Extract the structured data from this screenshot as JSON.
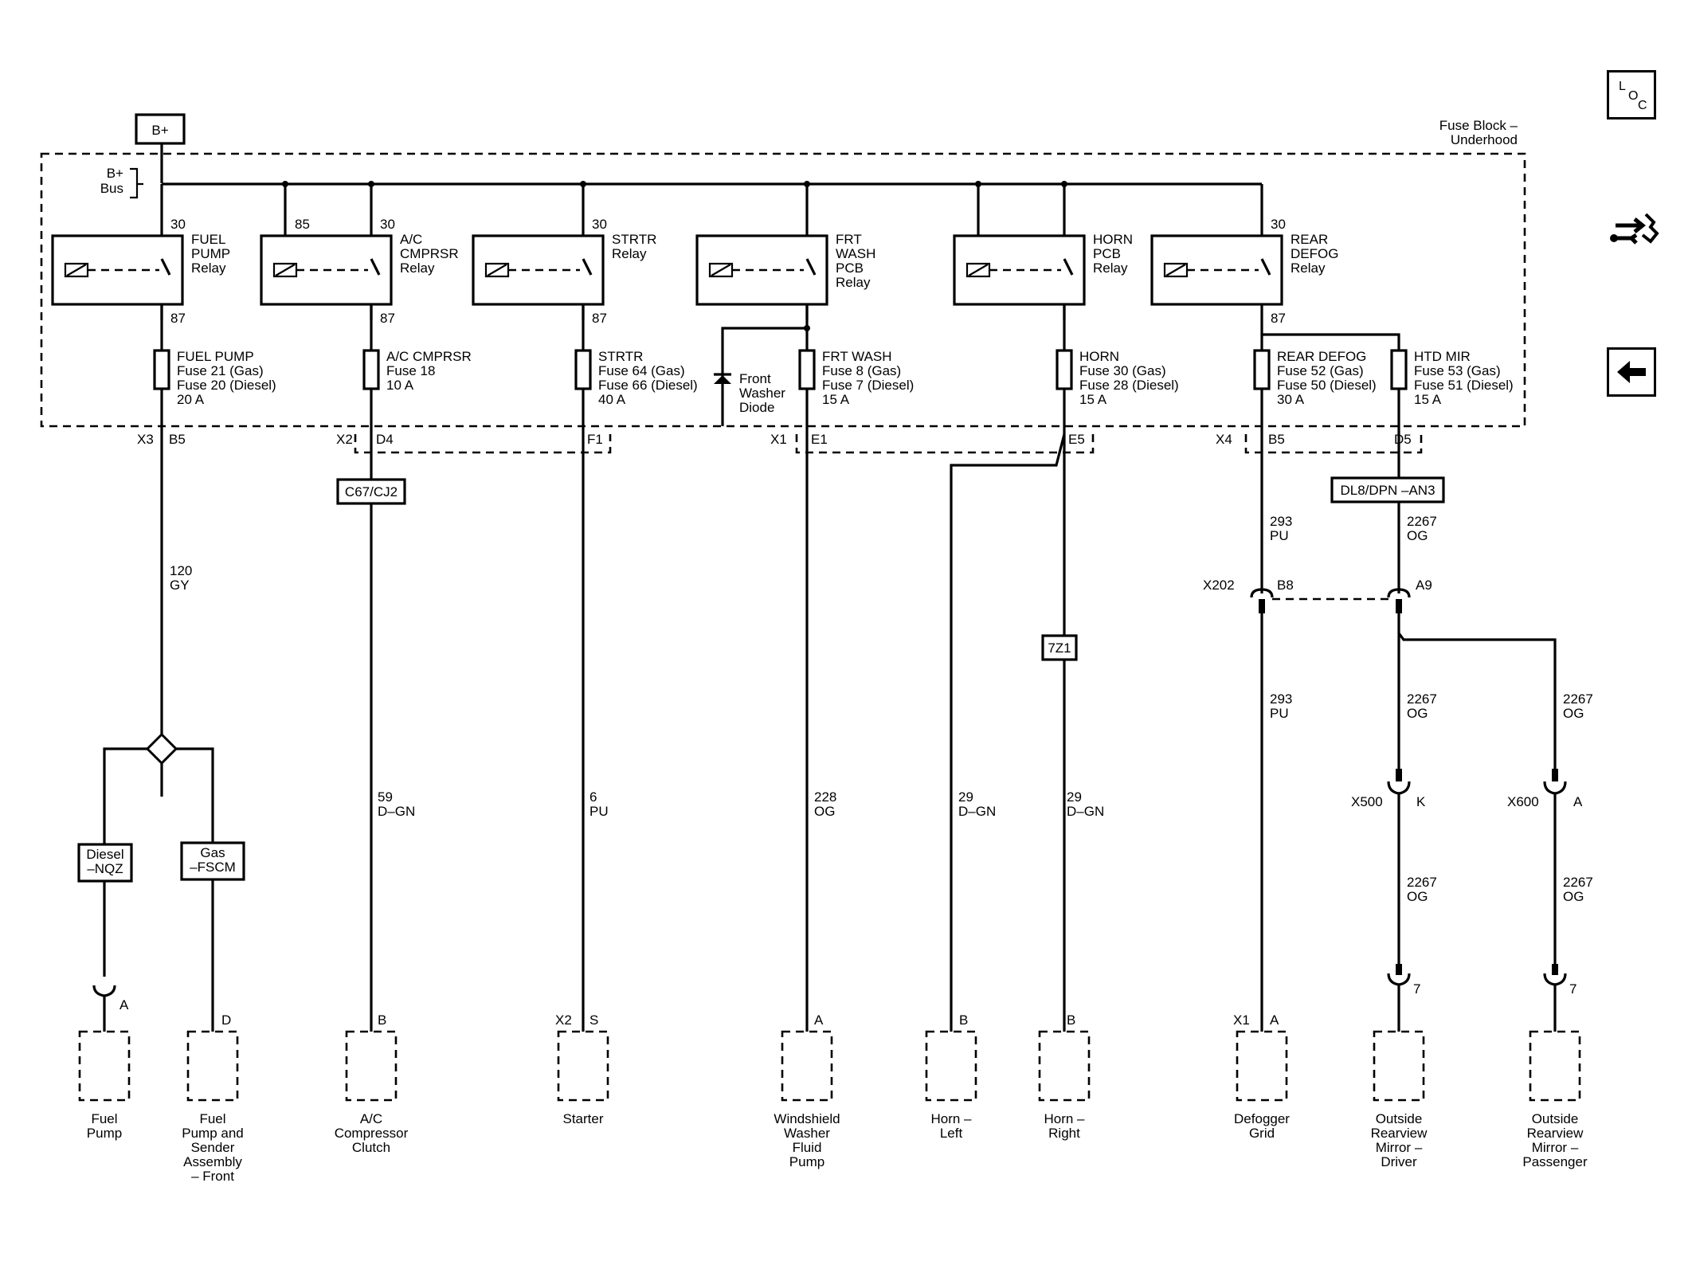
{
  "fuse_block": {
    "title_line1": "Fuse Block –",
    "title_line2": "Underhood"
  },
  "power": {
    "source": "B+",
    "bus_line1": "B+",
    "bus_line2": "Bus"
  },
  "relays": [
    {
      "terminal_in": "30",
      "terminal_out": "87",
      "name": [
        "FUEL",
        "PUMP",
        "Relay"
      ]
    },
    {
      "terminal_ctrl": "85",
      "terminal_in": "30",
      "terminal_out": "87",
      "name": [
        "A/C",
        "CMPRSR",
        "Relay"
      ]
    },
    {
      "terminal_in": "30",
      "terminal_out": "87",
      "name": [
        "STRTR",
        "Relay"
      ]
    },
    {
      "name": [
        "FRT",
        "WASH",
        "PCB",
        "Relay"
      ]
    },
    {
      "name": [
        "HORN",
        "PCB",
        "Relay"
      ]
    },
    {
      "terminal_in": "30",
      "terminal_out": "87",
      "name": [
        "REAR",
        "DEFOG",
        "Relay"
      ]
    }
  ],
  "fuses": [
    {
      "name": "FUEL PUMP",
      "lines": [
        "Fuse 21 (Gas)",
        "Fuse 20 (Diesel)",
        "20 A"
      ]
    },
    {
      "name": "A/C CMPRSR",
      "lines": [
        "Fuse 18",
        "10 A"
      ]
    },
    {
      "name": "STRTR",
      "lines": [
        "Fuse 64 (Gas)",
        "Fuse 66 (Diesel)",
        "40 A"
      ]
    },
    {
      "name": "FRT WASH",
      "lines": [
        "Fuse 8 (Gas)",
        "Fuse 7 (Diesel)",
        "15 A"
      ]
    },
    {
      "name": "HORN",
      "lines": [
        "Fuse 30 (Gas)",
        "Fuse 28 (Diesel)",
        "15 A"
      ]
    },
    {
      "name": "REAR DEFOG",
      "lines": [
        "Fuse 52 (Gas)",
        "Fuse 50 (Diesel)",
        "30 A"
      ]
    },
    {
      "name": "HTD MIR",
      "lines": [
        "Fuse 53 (Gas)",
        "Fuse 51 (Diesel)",
        "15 A"
      ]
    }
  ],
  "diode": [
    "Front",
    "Washer",
    "Diode"
  ],
  "connectors": {
    "x3": "X3",
    "x3_pin": "B5",
    "x2": "X2",
    "x2_pin_a": "D4",
    "x2_pin_b": "F1",
    "x1": "X1",
    "x1_pin_a": "E1",
    "x1_pin_b": "E5",
    "x4": "X4",
    "x4_pin_a": "B5",
    "x4_pin_b": "D5",
    "x202": "X202",
    "x202_pin_a": "B8",
    "x202_pin_b": "A9",
    "x500": "X500",
    "x500_pin": "K",
    "x600": "X600",
    "x600_pin": "A"
  },
  "options": {
    "ac": "C67/CJ2",
    "mirror": "DL8/DPN –AN3",
    "horn": "7Z1",
    "diesel": [
      "Diesel",
      "–NQZ"
    ],
    "gas": [
      "Gas",
      "–FSCM"
    ]
  },
  "wires": {
    "fuel": [
      "120",
      "GY"
    ],
    "ac": [
      "59",
      "D–GN"
    ],
    "starter": [
      "6",
      "PU"
    ],
    "washer": [
      "228",
      "OG"
    ],
    "horn_left": [
      "29",
      "D–GN"
    ],
    "horn_right": [
      "29",
      "D–GN"
    ],
    "defog_upper": [
      "293",
      "PU"
    ],
    "defog_lower": [
      "293",
      "PU"
    ],
    "mirror_upper": [
      "2267",
      "OG"
    ],
    "mirror_drv_1": [
      "2267",
      "OG"
    ],
    "mirror_pass_1": [
      "2267",
      "OG"
    ],
    "mirror_drv_2": [
      "2267",
      "OG"
    ],
    "mirror_pass_2": [
      "2267",
      "OG"
    ]
  },
  "components": {
    "fuel_pump": {
      "pin": "A",
      "label": [
        "Fuel",
        "Pump"
      ]
    },
    "sender": {
      "pin": "D",
      "label": [
        "Fuel",
        "Pump and",
        "Sender",
        "Assembly",
        "– Front"
      ]
    },
    "ac_clutch": {
      "pin": "B",
      "label": [
        "A/C",
        "Compressor",
        "Clutch"
      ]
    },
    "starter": {
      "conn": "X2",
      "pin": "S",
      "label": [
        "Starter"
      ]
    },
    "washer_pump": {
      "pin": "A",
      "label": [
        "Windshield",
        "Washer",
        "Fluid",
        "Pump"
      ]
    },
    "horn_left": {
      "pin": "B",
      "label": [
        "Horn –",
        "Left"
      ]
    },
    "horn_right": {
      "pin": "B",
      "label": [
        "Horn –",
        "Right"
      ]
    },
    "defogger": {
      "conn": "X1",
      "pin": "A",
      "label": [
        "Defogger",
        "Grid"
      ]
    },
    "mirror_driver": {
      "pin": "7",
      "label": [
        "Outside",
        "Rearview",
        "Mirror –",
        "Driver"
      ]
    },
    "mirror_passenger": {
      "pin": "7",
      "label": [
        "Outside",
        "Rearview",
        "Mirror –",
        "Passenger"
      ]
    }
  },
  "nav": {
    "loc_l": "L",
    "loc_o": "O",
    "loc_c": "C"
  }
}
